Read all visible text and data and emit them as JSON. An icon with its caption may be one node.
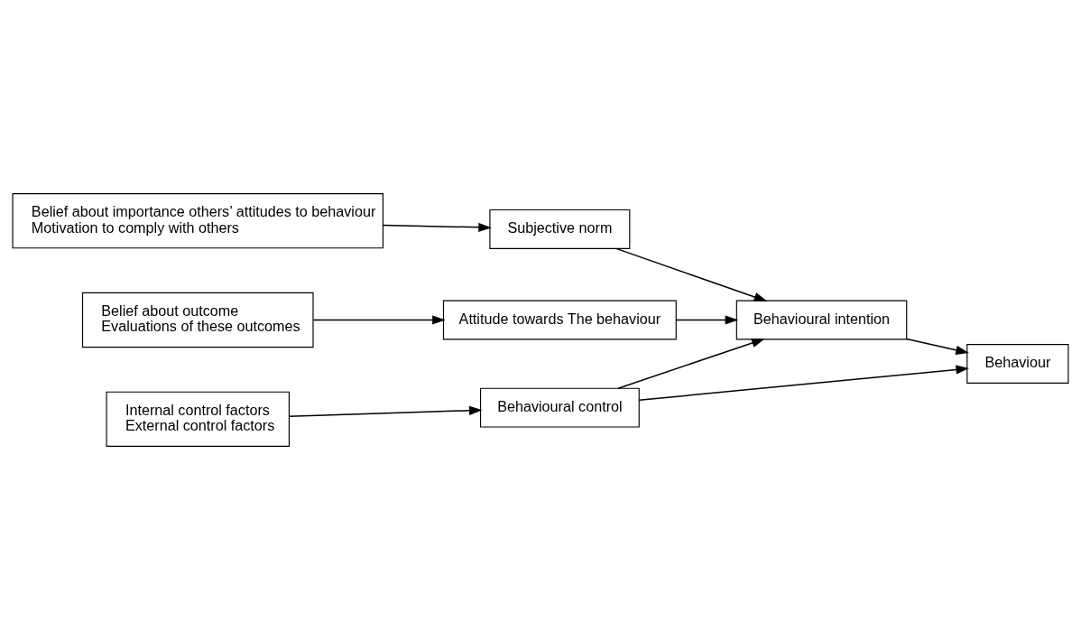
{
  "diagram": {
    "nodes": [
      {
        "text": [
          "Belief about outcome",
          "Evaluations of these outcomes"
        ]
      },
      {
        "text": [
          "Attitude towards The behaviour"
        ]
      },
      {
        "text": [
          "Behavioural intention"
        ]
      },
      {
        "text": [
          "Behaviour"
        ]
      },
      {
        "text": [
          "Belief about importance others’ attitudes to behaviour",
          "Motivation to comply with others"
        ]
      },
      {
        "text": [
          "Subjective norm"
        ]
      },
      {
        "text": [
          "Internal control factors",
          "External control factors"
        ]
      },
      {
        "text": [
          "Behavioural control"
        ]
      }
    ],
    "edges": [
      {
        "from": 0,
        "to": 1,
        "arrow": "to"
      },
      {
        "from": 1,
        "to": 2,
        "arrow": "to"
      },
      {
        "from": 2,
        "to": 3,
        "arrow": "to"
      },
      {
        "from": 4,
        "to": 5,
        "arrow": "to"
      },
      {
        "from": 5,
        "to": 2,
        "arrow": "to"
      },
      {
        "from": 6,
        "to": 7,
        "arrow": "to"
      },
      {
        "from": 7,
        "to": 2,
        "arrow": "to"
      },
      {
        "from": 7,
        "to": 3,
        "arrow": "to"
      }
    ]
  }
}
